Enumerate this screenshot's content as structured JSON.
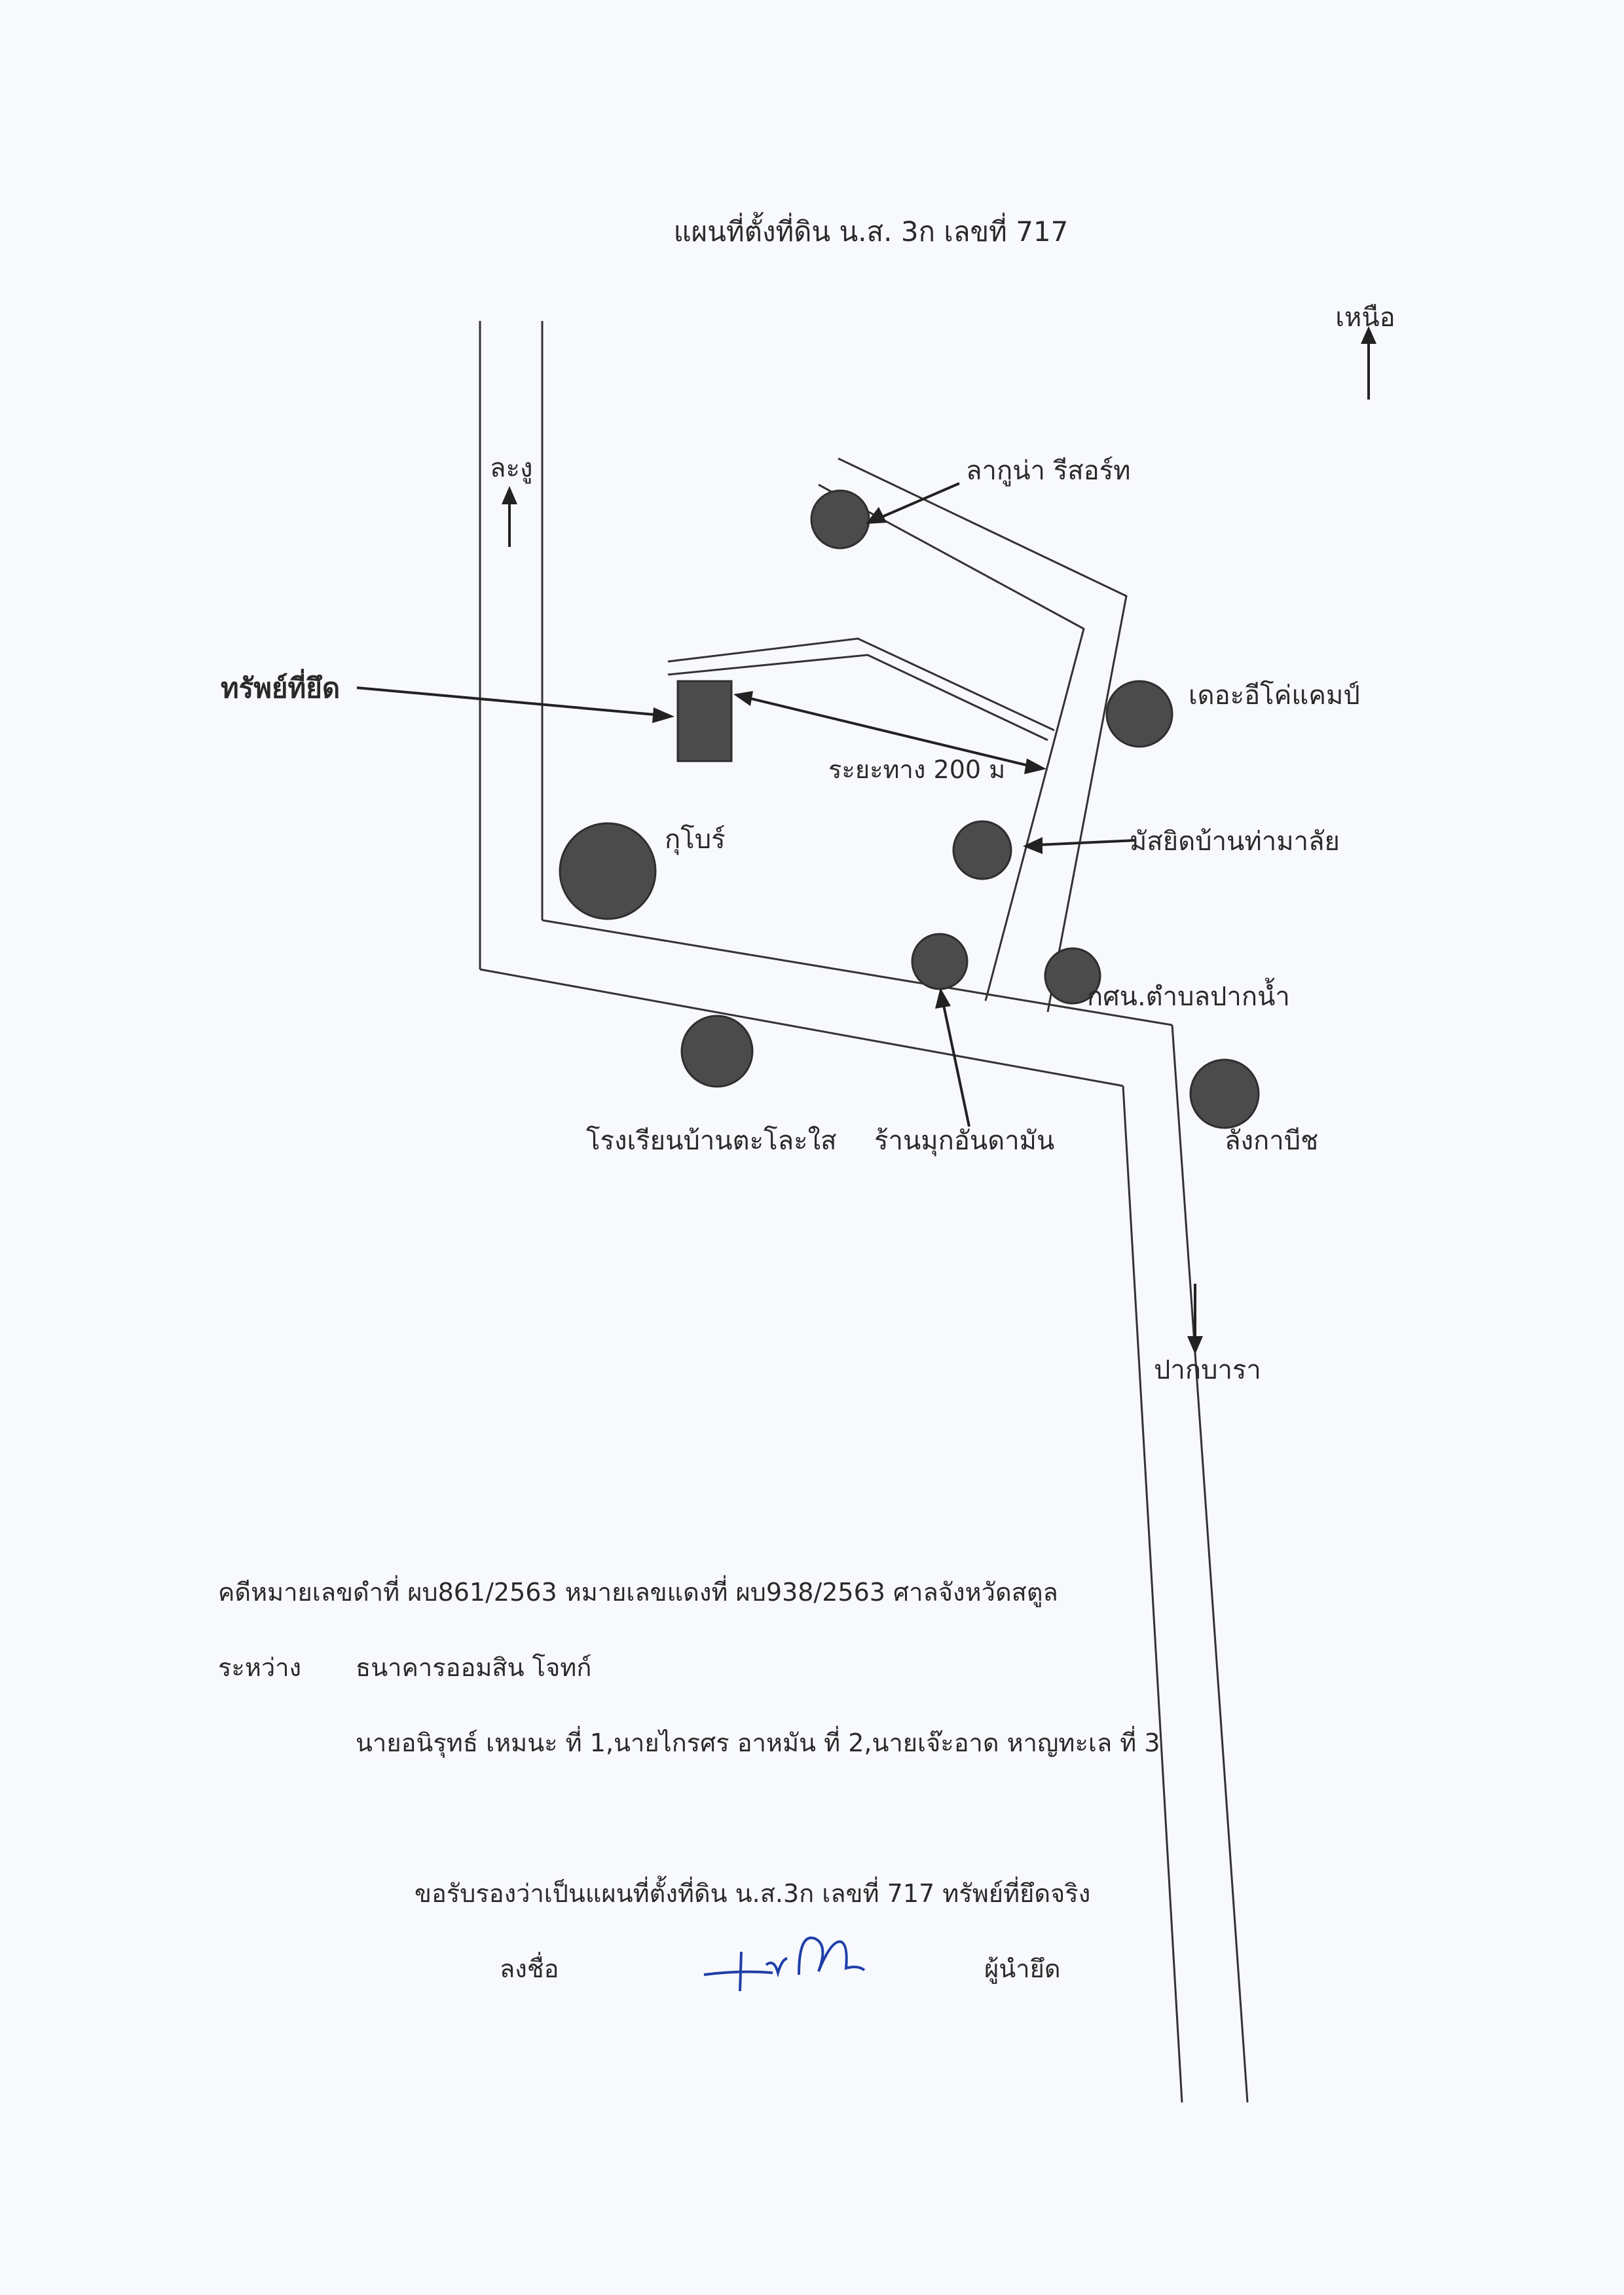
{
  "title": "แผนที่ตั้งที่ดิน น.ส. 3ก เลขที่ 717",
  "map": {
    "north": "เหนือ",
    "direction_up": "ละงู",
    "direction_down": "ปากบารา",
    "seized": "ทรัพย์ที่ยึด",
    "distance": "ระยะทาง 200 ม",
    "landmarks": {
      "laguna": "ลากูน่า รีสอร์ท",
      "ecocamp": "เดอะอีโค่แคมป์",
      "kupo": "กุโบร์",
      "mosque": "มัสยิดบ้านท่ามาลัย",
      "kshn": "กศน.ตำบลปากน้ำ",
      "school": "โรงเรียนบ้านตะโละใส",
      "shop": "ร้านมุกอันดามัน",
      "langka": "ลังกาบีช"
    }
  },
  "case": {
    "line1": "คดีหมายเลขดำที่ ผบ861/2563 หมายเลขแดงที่ ผบ938/2563 ศาลจังหวัดสตูล",
    "between_label": "ระหว่าง",
    "plaintiff": "ธนาคารออมสิน โจทก์",
    "defendants": "นายอนิรุทธ์ เหมนะ ที่ 1,นายไกรศร อาหมัน ที่ 2,นายเจ๊ะอาด หาญทะเล ที่ 3"
  },
  "certification": {
    "statement": "ขอรับรองว่าเป็นแผนที่ตั้งที่ดิน น.ส.3ก เลขที่ 717 ทรัพย์ที่ยึดจริง",
    "sign_label": "ลงชื่อ",
    "role": "ผู้นำยึด"
  }
}
